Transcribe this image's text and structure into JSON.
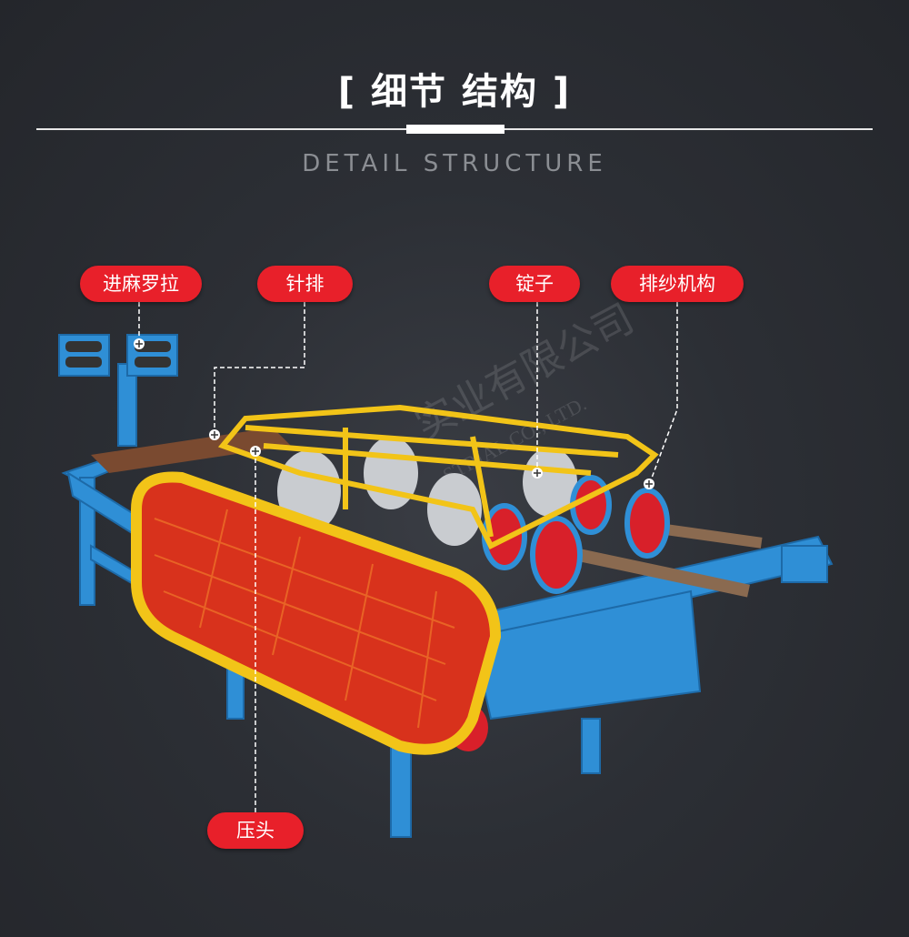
{
  "header": {
    "title": "[ 细节  结构 ]",
    "subtitle": "DETAIL STRUCTURE"
  },
  "callouts": [
    {
      "id": "feed-roller",
      "label": "进麻罗拉"
    },
    {
      "id": "needle-row",
      "label": "针排"
    },
    {
      "id": "spindle",
      "label": "锭子"
    },
    {
      "id": "yarn-arranging",
      "label": "排纱机构"
    },
    {
      "id": "press-head",
      "label": "压头"
    }
  ],
  "colors": {
    "callout": "#e8202a",
    "frame": "#2f8fd6",
    "guard": "#f2c418",
    "mesh": "#e03a1c",
    "background": "#2c2f35"
  },
  "watermark": {
    "cn": "实业有限公司",
    "en": "STRIAL CO., LTD."
  }
}
